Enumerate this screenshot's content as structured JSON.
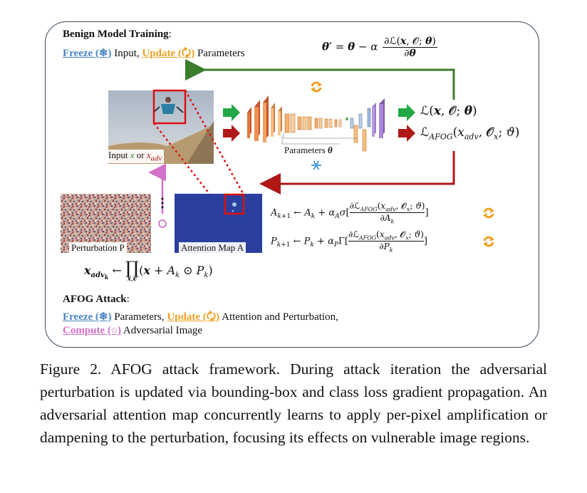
{
  "benign": {
    "title": "Benign Model Training",
    "title_colon": ":",
    "freeze": "Freeze (❄)",
    "freeze_after": " Input, ",
    "update": "Update (🗘)",
    "update_after": " Parameters"
  },
  "equations": {
    "update_rule": "θ′ = θ − α ∂ℒ(x, 𝒪; θ) / ∂θ",
    "loss_benign": "ℒ(x, 𝒪; θ)",
    "loss_afog": "ℒ_AFOG(x_adv, 𝒪_x; ϑ)",
    "attention_update": "A_{k+1} ← A_k + α_A σ[∂ℒ_AFOG(x_adv, 𝒪_x; ϑ) / ∂A_k]",
    "perturb_update": "P_{k+1} ← P_k + α_P Γ[∂ℒ_AFOG(x_adv, 𝒪_x; ϑ) / ∂P_k]",
    "adv_compose": "x_adv_k ← ∏_{x,ϵ} (x + A_k ⊙ P_k)"
  },
  "labels": {
    "input_prefix": "Input ",
    "input_x": "x",
    "input_or": " or ",
    "input_xadv": "x",
    "input_xadv_sub": "adv",
    "parameters": "Parameters ",
    "parameters_sym": "θ",
    "perturbation": "Perturbation P",
    "attention": "Attention Map A"
  },
  "afog": {
    "title": "AFOG Attack",
    "title_colon": ":",
    "freeze": "Freeze (❄)",
    "freeze_after": " Parameters, ",
    "update": "Update (🗘)",
    "update_after": " Attention and Perturbation,",
    "compute": "Compute (○)",
    "compute_after": " Adversarial Image"
  },
  "caption": "Figure 2. AFOG attack framework. During attack iteration the adversarial perturbation is updated via bounding-box and class loss gradient propagation.  An adversarial attention map concurrently learns to apply per-pixel amplification or dampening to the perturbation, focusing its effects on vulnerable image regions.",
  "colors": {
    "green": "#3a7d2c",
    "dark_red": "#b01818",
    "red_box": "#e01010",
    "freeze_blue": "#4a86c8",
    "update_orange": "#f0a020",
    "compute_pink": "#d070c8",
    "attention_bg": "#2a3f9e"
  },
  "icons": [
    "snowflake-icon",
    "cycle-arrows-icon",
    "circle-icon"
  ]
}
